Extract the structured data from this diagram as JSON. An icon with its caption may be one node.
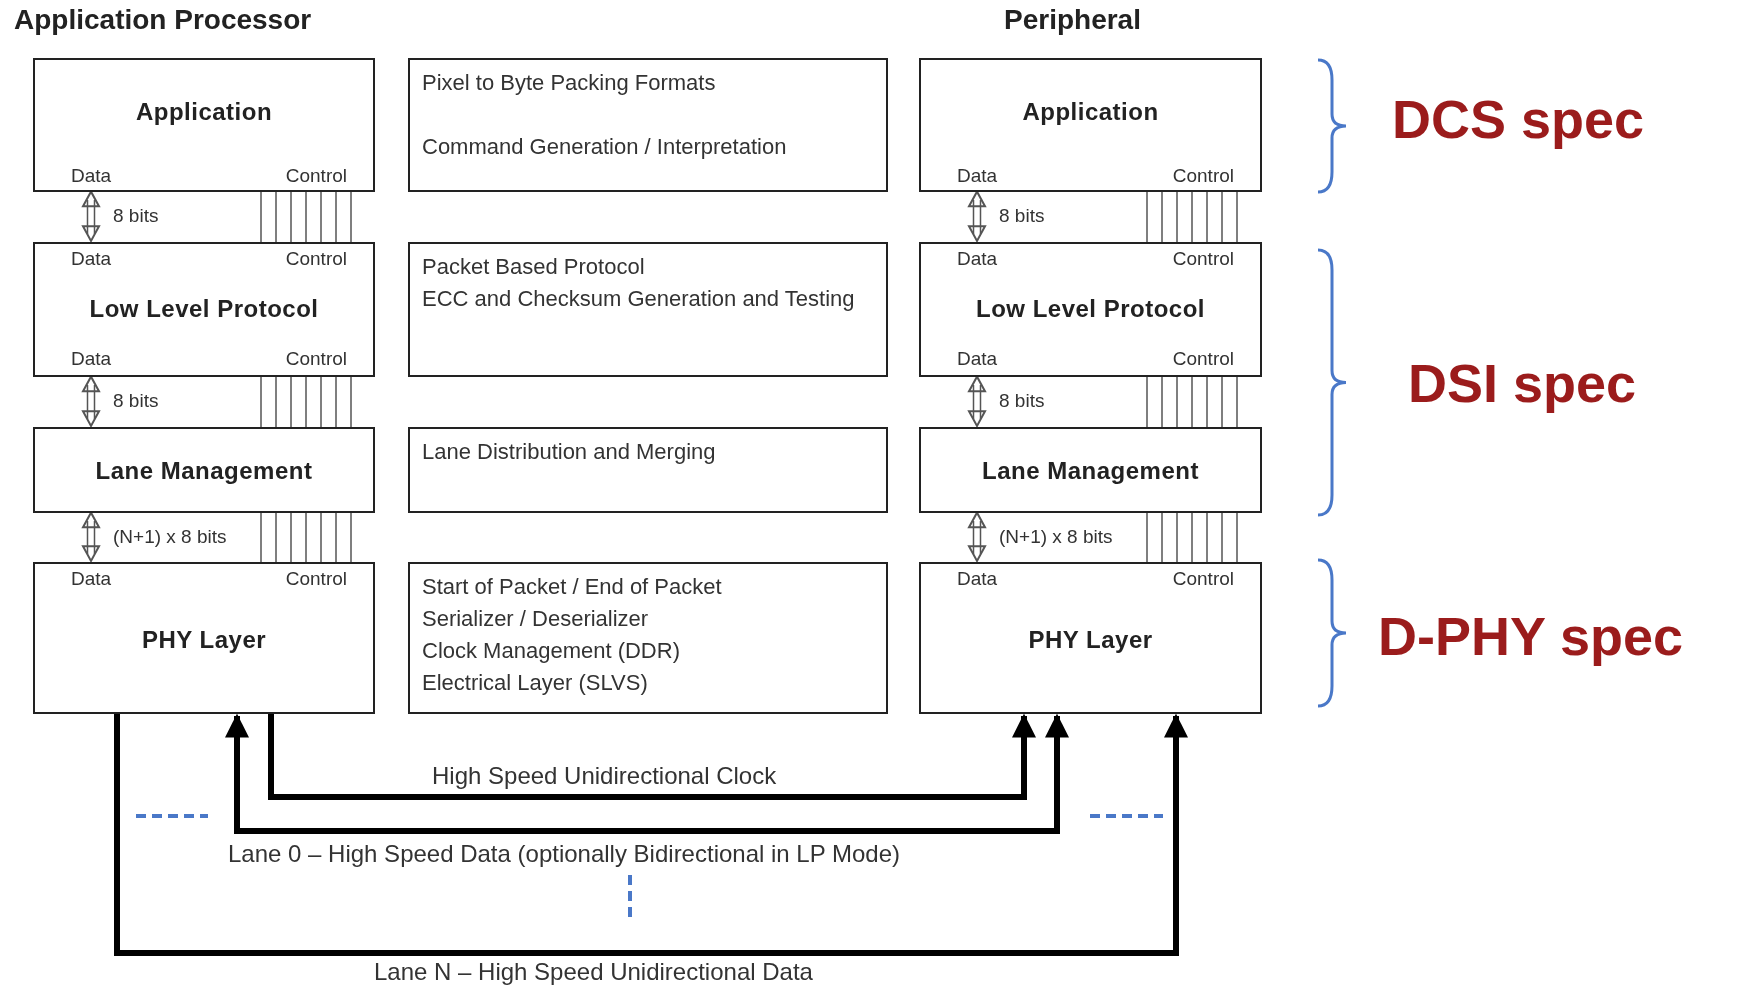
{
  "diagram": {
    "nodes": [
      {
        "text": [
          "Application",
          "Data",
          "Control"
        ]
      },
      {
        "text": [
          "Pixel to Byte Packing Formats",
          "Command Generation / Interpretation"
        ]
      },
      {
        "text": [
          "Application",
          "Data",
          "Control"
        ]
      },
      {
        "text": [
          "Data",
          "Control",
          "Low Level Protocol",
          "Data",
          "Control"
        ]
      },
      {
        "text": [
          "Packet Based Protocol",
          "ECC and Checksum Generation and Testing"
        ]
      },
      {
        "text": [
          "Data",
          "Control",
          "Low Level Protocol",
          "Data",
          "Control"
        ]
      },
      {
        "text": [
          "Lane Management"
        ]
      },
      {
        "text": [
          "Lane Distribution and Merging"
        ]
      },
      {
        "text": [
          "Lane Management"
        ]
      },
      {
        "text": [
          "Data",
          "Control",
          "PHY Layer"
        ]
      },
      {
        "text": [
          "Start of Packet / End of Packet",
          "Serializer / Deserializer",
          "Clock Management (DDR)",
          "Electrical Layer (SLVS)"
        ]
      },
      {
        "text": [
          "Data",
          "Control",
          "PHY Layer"
        ]
      }
    ],
    "edges": [
      {
        "from": 0,
        "to": 3,
        "arrow": "both",
        "label": "8 bits"
      },
      {
        "from": 0,
        "to": 3,
        "arrow": "none"
      },
      {
        "from": 2,
        "to": 5,
        "arrow": "both",
        "label": "8 bits"
      },
      {
        "from": 2,
        "to": 5,
        "arrow": "none"
      },
      {
        "from": 3,
        "to": 6,
        "arrow": "both",
        "label": "8 bits"
      },
      {
        "from": 3,
        "to": 6,
        "arrow": "none"
      },
      {
        "from": 5,
        "to": 8,
        "arrow": "both",
        "label": "8 bits"
      },
      {
        "from": 5,
        "to": 8,
        "arrow": "none"
      },
      {
        "from": 6,
        "to": 9,
        "arrow": "both",
        "label": "(N+1) x 8 bits"
      },
      {
        "from": 6,
        "to": 9,
        "arrow": "none"
      },
      {
        "from": 8,
        "to": 11,
        "arrow": "both",
        "label": "(N+1) x 8 bits"
      },
      {
        "from": 8,
        "to": 11,
        "arrow": "none"
      },
      {
        "from": 9,
        "to": 11,
        "arrow": "to",
        "label": "High Speed Unidirectional Clock",
        "style": "thick"
      },
      {
        "from": 9,
        "to": 11,
        "arrow": "both",
        "label": "Lane 0 – High Speed Data (optionally Bidirectional in LP Mode)",
        "style": "thick"
      },
      {
        "from": 9,
        "to": 11,
        "arrow": "to",
        "label": "Lane N – High Speed Unidirectional Data",
        "style": "thick"
      }
    ],
    "labels": [
      "Application Processor",
      "Peripheral",
      "DCS spec",
      "DSI spec",
      "D-PHY spec"
    ]
  }
}
